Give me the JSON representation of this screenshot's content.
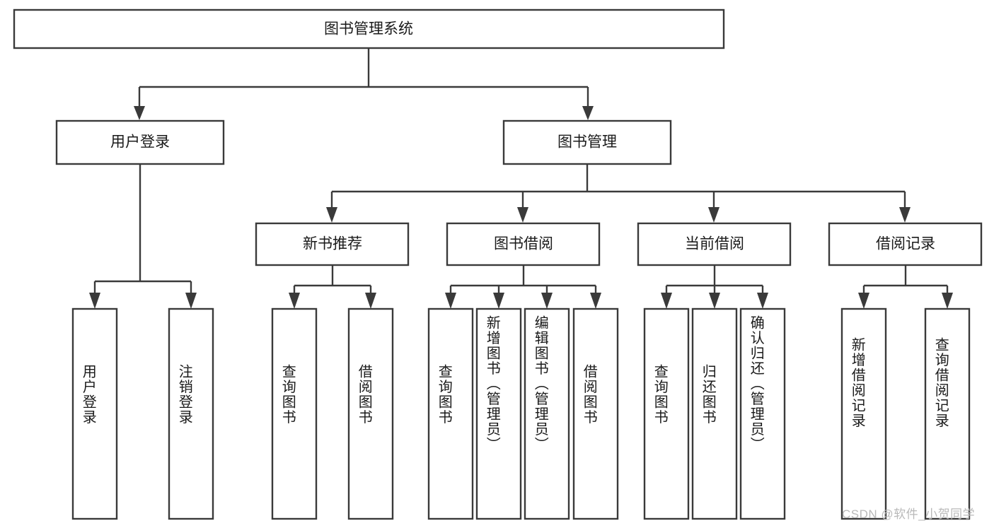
{
  "diagram": {
    "type": "tree-hierarchy",
    "title": "图书管理系统",
    "orientation": "top-down",
    "watermark": "CSDN @软件_小贺同学",
    "colors": {
      "box_stroke": "#3a3a3a",
      "box_fill": "#ffffff",
      "text": "#1a1a1a",
      "background": "#ffffff",
      "watermark": "#b9b9b9"
    },
    "root": {
      "label": "图书管理系统",
      "level": 1
    },
    "level2": [
      {
        "label": "用户登录"
      },
      {
        "label": "图书管理"
      }
    ],
    "level3": [
      {
        "label": "新书推荐"
      },
      {
        "label": "图书借阅"
      },
      {
        "label": "当前借阅"
      },
      {
        "label": "借阅记录"
      }
    ],
    "leaves": {
      "user_login": [
        {
          "label": "用户登录"
        },
        {
          "label": "注销登录"
        }
      ],
      "new_book_recommend": [
        {
          "label": "查询图书"
        },
        {
          "label": "借阅图书"
        }
      ],
      "book_borrow": [
        {
          "label": "查询图书"
        },
        {
          "label": "新增图书（管理员）"
        },
        {
          "label": "编辑图书（管理员）"
        },
        {
          "label": "借阅图书"
        }
      ],
      "current_borrow": [
        {
          "label": "查询图书"
        },
        {
          "label": "归还图书"
        },
        {
          "label": "确认归还（管理员）"
        }
      ],
      "borrow_record": [
        {
          "label": "新增借阅记录"
        },
        {
          "label": "查询借阅记录"
        }
      ]
    }
  }
}
